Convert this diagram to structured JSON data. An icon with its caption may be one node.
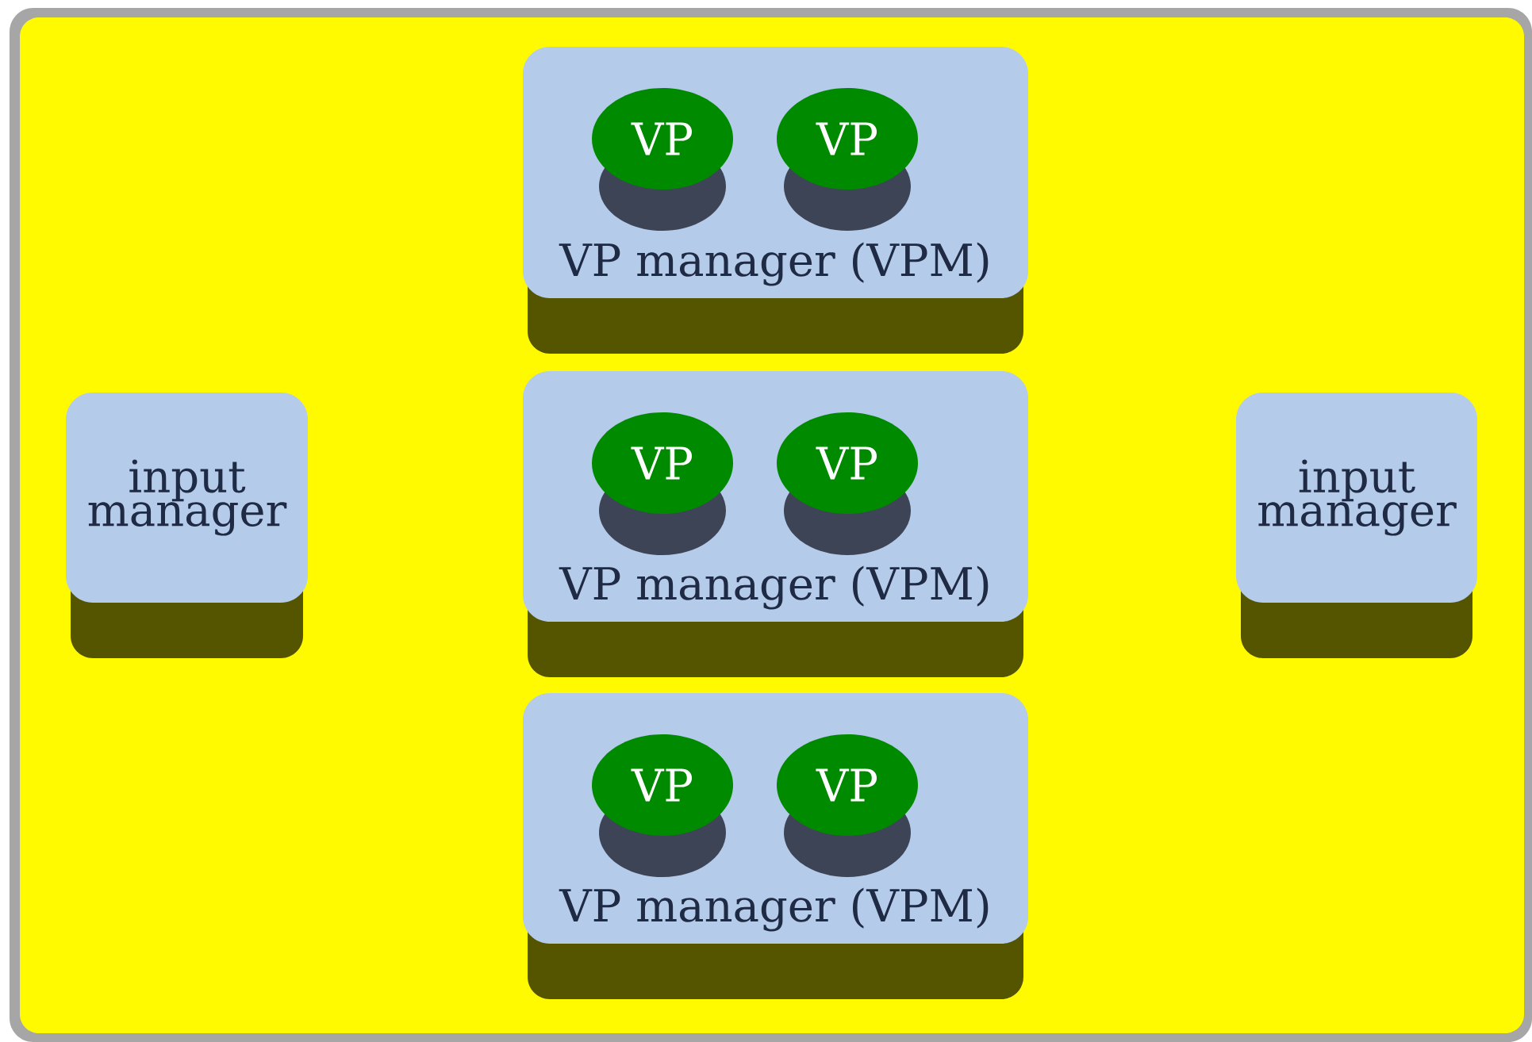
{
  "diagram": {
    "nodes": [
      {
        "text": [
          "VP manager (VPM)"
        ]
      },
      {
        "text": [
          "VP"
        ],
        "in": 0
      },
      {
        "text": [
          "VP"
        ],
        "in": 0
      },
      {
        "text": [
          "input manager"
        ]
      },
      {
        "text": [
          "VP manager (VPM)"
        ]
      },
      {
        "text": [
          "VP"
        ],
        "in": 4
      },
      {
        "text": [
          "VP"
        ],
        "in": 4
      },
      {
        "text": [
          "input manager"
        ]
      },
      {
        "text": [
          "VP manager (VPM)"
        ]
      },
      {
        "text": [
          "VP"
        ],
        "in": 8
      },
      {
        "text": [
          "VP"
        ],
        "in": 8
      }
    ]
  }
}
